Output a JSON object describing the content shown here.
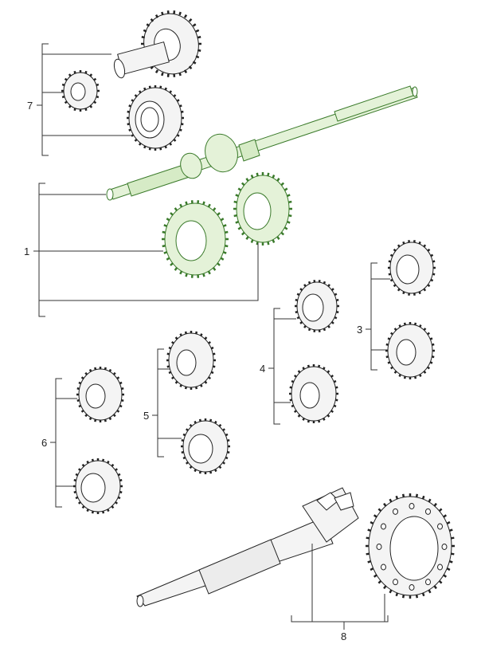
{
  "diagram": {
    "callouts": [
      {
        "id": "7",
        "text": "7"
      },
      {
        "id": "1",
        "text": "1"
      },
      {
        "id": "3",
        "text": "3"
      },
      {
        "id": "4",
        "text": "4"
      },
      {
        "id": "5",
        "text": "5"
      },
      {
        "id": "6",
        "text": "6"
      },
      {
        "id": "8",
        "text": "8"
      }
    ],
    "colors": {
      "highlight": "#e4f2d8",
      "highlight_stroke": "#3a7a2a",
      "part_fill": "#f4f4f4",
      "line": "#333333"
    },
    "parts": [
      {
        "name": "input-shaft-gear-group-7"
      },
      {
        "name": "main-shaft-assembly-1"
      },
      {
        "name": "gear-pair-3"
      },
      {
        "name": "gear-pair-4"
      },
      {
        "name": "gear-pair-5"
      },
      {
        "name": "gear-pair-6"
      },
      {
        "name": "pinion-shaft-and-ring-gear-8"
      }
    ]
  }
}
